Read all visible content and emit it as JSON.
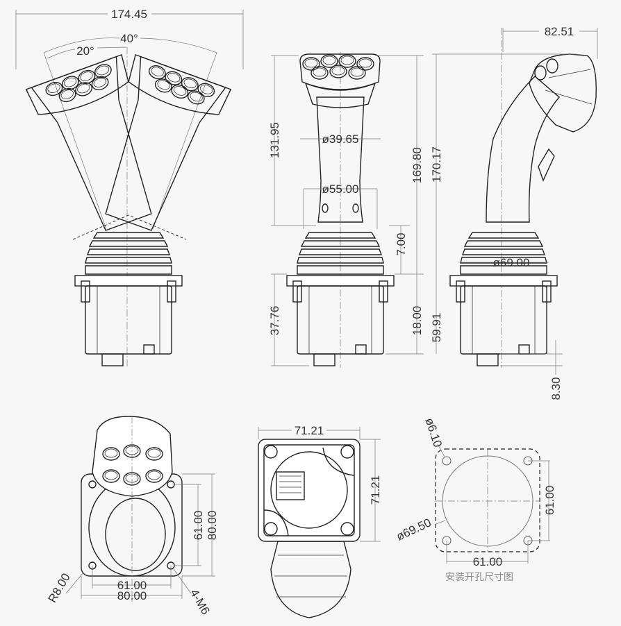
{
  "front_tilt_view": {
    "width": "174.45",
    "angle_total": "40°",
    "angle_half": "20°"
  },
  "front_view": {
    "grip_height": "131.95",
    "grip_diameter": "ø39.65",
    "total_height": "169.80",
    "boot_diameter": "ø55.00",
    "boot_offset": "7.00",
    "base_height": "37.76",
    "flange_offset": "18.00"
  },
  "side_view": {
    "head_reach": "82.51",
    "total_height": "170.17",
    "boot_diameter": "ø69.00",
    "base_height": "59.91",
    "connector_height": "8.30"
  },
  "top_view": {
    "hole_spacing_v": "61.00",
    "flange_v": "80.00",
    "hole_spacing_h": "61.00",
    "flange_h": "80.00",
    "corner_radius": "R8.00",
    "screws": "4-M6"
  },
  "bottom_view": {
    "width": "71.21",
    "height": "71.21"
  },
  "cutout_view": {
    "hole_diameter": "ø6.10",
    "cutout_diameter": "ø69.50",
    "spacing_v": "61.00",
    "spacing_h": "61.00",
    "caption": "安装开孔尺寸图"
  }
}
